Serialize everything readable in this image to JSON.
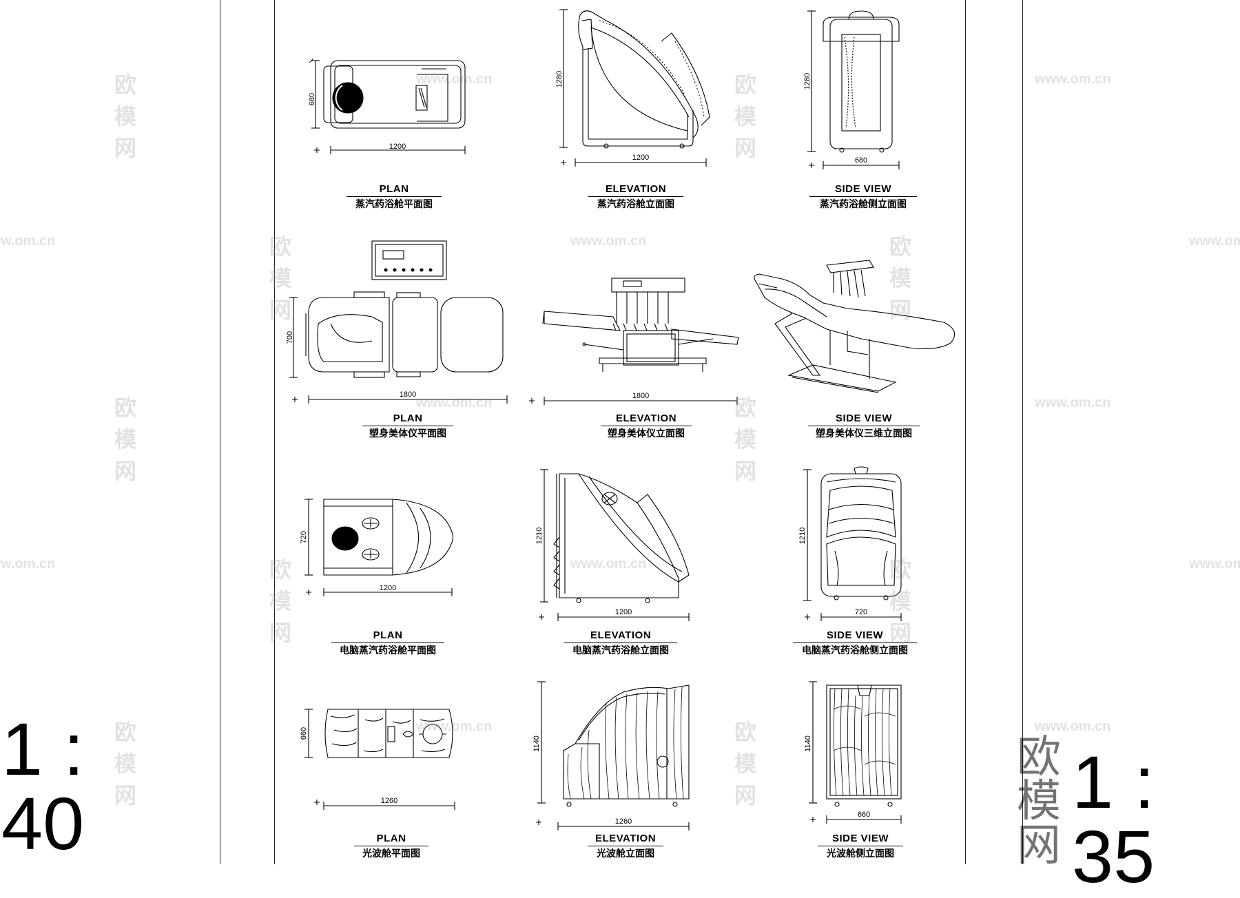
{
  "scales": {
    "left": "1 : 40",
    "right": "1 : 35"
  },
  "watermark": {
    "brand": "欧模网",
    "url": "www.om.cn"
  },
  "rows": [
    {
      "plan": {
        "title": "PLAN",
        "caption": "蒸汽药浴舱平面图",
        "dims": [
          "1200",
          "680"
        ]
      },
      "elevation": {
        "title": "ELEVATION",
        "caption": "蒸汽药浴舱立面图",
        "dims": [
          "1200",
          "1280"
        ]
      },
      "side": {
        "title": "SIDE VIEW",
        "caption": "蒸汽药浴舱侧立面图",
        "dims": [
          "680",
          "1280"
        ]
      }
    },
    {
      "plan": {
        "title": "PLAN",
        "caption": "塑身美体仪平面图",
        "dims": [
          "1800",
          "700"
        ]
      },
      "elevation": {
        "title": "ELEVATION",
        "caption": "塑身美体仪立面图",
        "dims": [
          "1800"
        ]
      },
      "side": {
        "title": "SIDE VIEW",
        "caption": "塑身美体仪三维立面图",
        "dims": []
      }
    },
    {
      "plan": {
        "title": "PLAN",
        "caption": "电脑蒸汽药浴舱平面图",
        "dims": [
          "1200",
          "720"
        ]
      },
      "elevation": {
        "title": "ELEVATION",
        "caption": "电脑蒸汽药浴舱立面图",
        "dims": [
          "1200",
          "1210"
        ]
      },
      "side": {
        "title": "SIDE VIEW",
        "caption": "电脑蒸汽药浴舱侧立面图",
        "dims": [
          "720",
          "1210"
        ]
      }
    },
    {
      "plan": {
        "title": "PLAN",
        "caption": "光波舱平面图",
        "dims": [
          "1260",
          "660"
        ]
      },
      "elevation": {
        "title": "ELEVATION",
        "caption": "光波舱立面图",
        "dims": [
          "1260",
          "1140"
        ]
      },
      "side": {
        "title": "SIDE VIEW",
        "caption": "光波舱侧立面图",
        "dims": [
          "660",
          "1140"
        ]
      }
    }
  ]
}
